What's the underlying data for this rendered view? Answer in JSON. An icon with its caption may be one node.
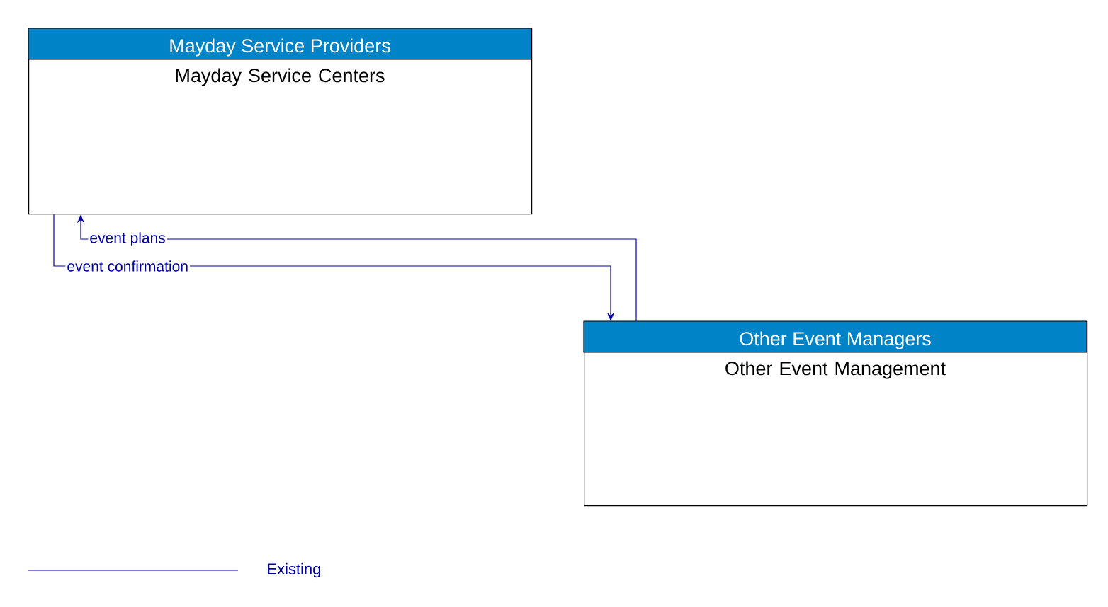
{
  "diagram": {
    "nodes": [
      {
        "text": [
          "Mayday Service Providers",
          "Mayday Service Centers"
        ]
      },
      {
        "text": [
          "Other Event Managers",
          "Other Event Management"
        ]
      }
    ],
    "edges": [
      {
        "from": 1,
        "to": 0,
        "arrow": "to",
        "label": "event plans"
      },
      {
        "from": 0,
        "to": 1,
        "arrow": "to",
        "label": "event confirmation"
      }
    ],
    "legend": [
      {
        "text": "Existing"
      }
    ]
  }
}
